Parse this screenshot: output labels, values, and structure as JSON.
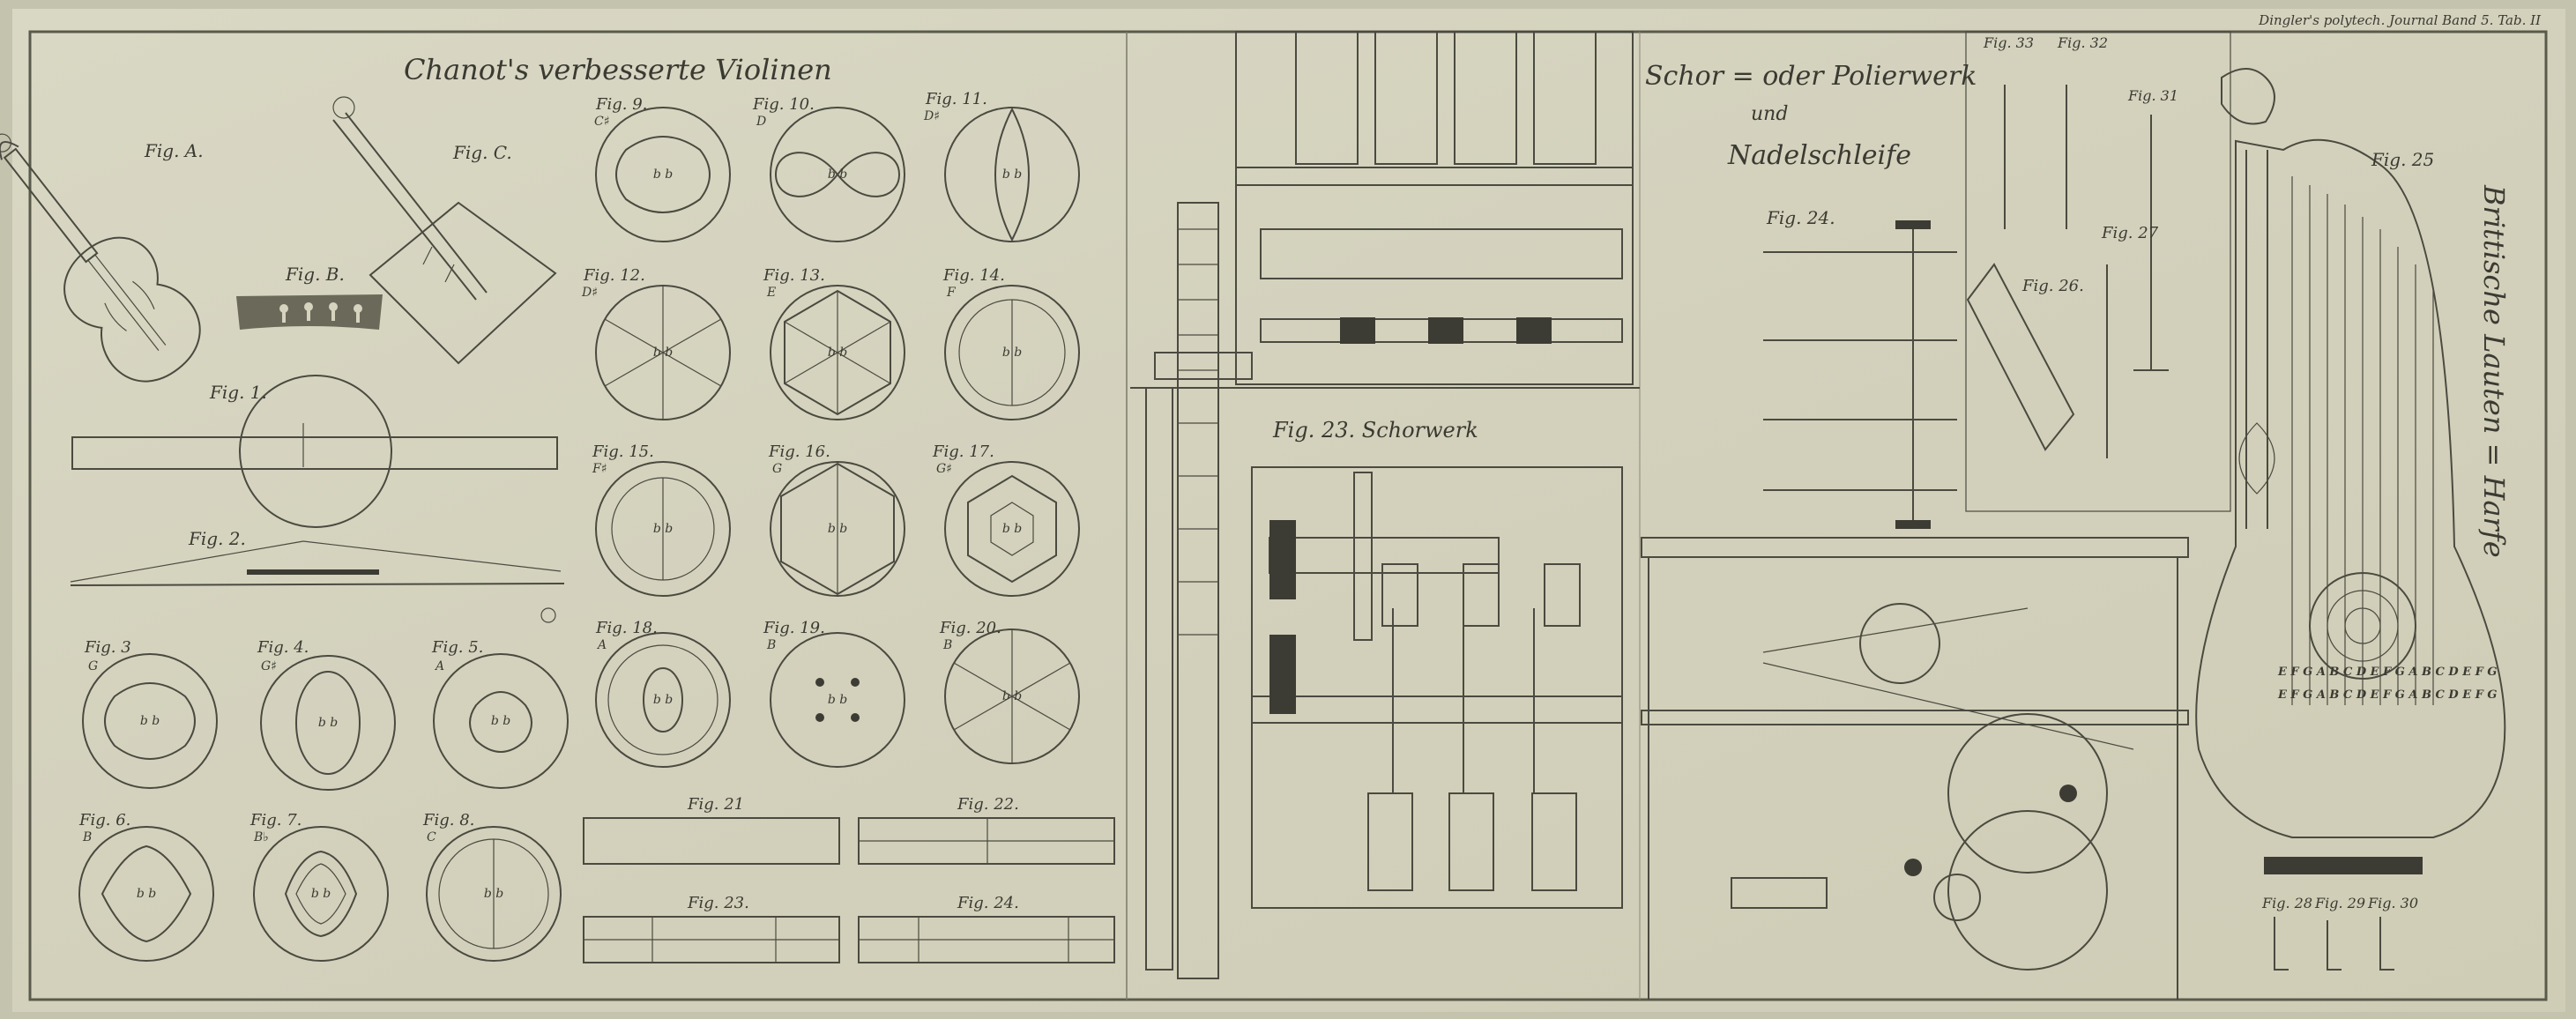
{
  "plate": {
    "header_right": "Dingler's polytech. Journal Band 5. Tab. II",
    "violin_title": "Chanot's verbesserte Violinen",
    "polishing_title_1": "Schor = oder Polierwerk",
    "polishing_title_2": "und",
    "polishing_title_3": "Nadelschleife",
    "harp_title": "Brittische Lauten = Harfe",
    "schorwerk_label": "Fig. 23. Schorwerk"
  },
  "violin_figs": {
    "figA": "Fig. A.",
    "figB": "Fig. B.",
    "figC": "Fig. C.",
    "fig1": "Fig. 1.",
    "fig2": "Fig. 2.",
    "fig3": "Fig. 3",
    "fig3n": "G",
    "fig4": "Fig. 4.",
    "fig4n": "G♯",
    "fig5": "Fig. 5.",
    "fig5n": "A",
    "fig6": "Fig. 6.",
    "fig6n": "B",
    "fig7": "Fig. 7.",
    "fig7n": "B♭",
    "fig8": "Fig. 8.",
    "fig8n": "C",
    "fig9": "Fig. 9.",
    "fig9n": "C♯",
    "fig10": "Fig. 10.",
    "fig10n": "D",
    "fig11": "Fig. 11.",
    "fig11n": "D♯",
    "fig12": "Fig. 12.",
    "fig12n": "D♯",
    "fig13": "Fig. 13.",
    "fig13n": "E",
    "fig14": "Fig. 14.",
    "fig14n": "F",
    "fig15": "Fig. 15.",
    "fig15n": "F♯",
    "fig16": "Fig. 16.",
    "fig16n": "G",
    "fig17": "Fig. 17.",
    "fig17n": "G♯",
    "fig18": "Fig. 18.",
    "fig18n": "A",
    "fig19": "Fig. 19.",
    "fig19n": "B",
    "fig20": "Fig. 20.",
    "fig20n": "B",
    "fig21": "Fig. 21",
    "fig22": "Fig. 22.",
    "fig23": "Fig. 23.",
    "fig24": "Fig. 24.",
    "bb": "b b"
  },
  "right_figs": {
    "fig24": "Fig. 24.",
    "fig25": "Fig. 25",
    "fig26": "Fig. 26.",
    "fig27": "Fig. 27",
    "fig28": "Fig. 28",
    "fig29": "Fig. 29",
    "fig30": "Fig. 30",
    "fig31": "Fig. 31",
    "fig32": "Fig. 32",
    "fig33": "Fig. 33",
    "strings1": "E F G A B C D E F G A B C D E F G",
    "strings2": "E F G A B C D E F G A B C D E F G"
  },
  "colors": {
    "paper": "#d6d4bf",
    "ink": "#3a3a32",
    "frame": "#5a5a4c"
  }
}
